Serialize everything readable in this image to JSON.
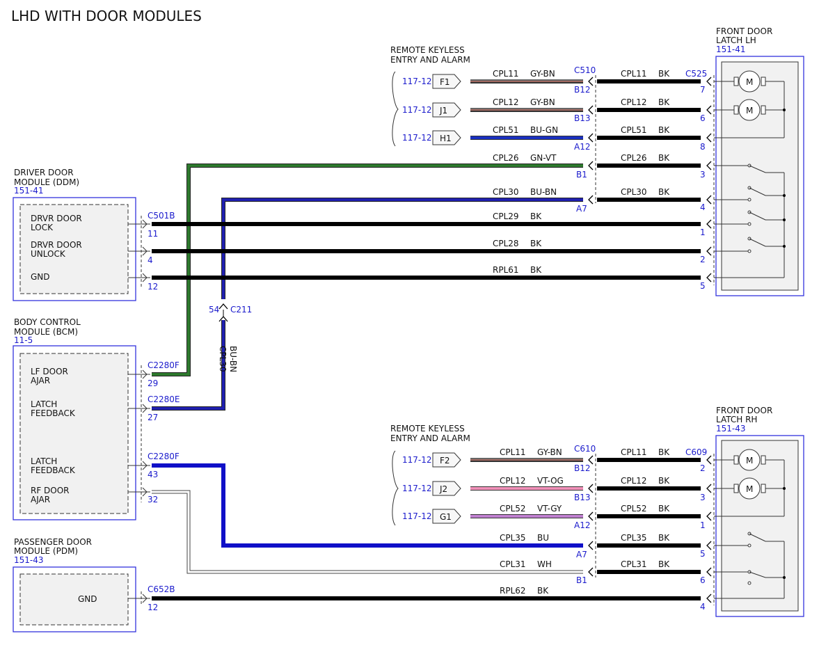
{
  "title": "LHD WITH DOOR MODULES",
  "ddm": {
    "name_line1": "DRIVER DOOR",
    "name_line2": "MODULE (DDM)",
    "ref": "151-41",
    "pins": [
      {
        "l1": "DRVR DOOR",
        "l2": "LOCK"
      },
      {
        "l1": "DRVR DOOR",
        "l2": "UNLOCK"
      },
      {
        "l1": "GND",
        "l2": ""
      }
    ]
  },
  "bcm": {
    "name_line1": "BODY CONTROL",
    "name_line2": "MODULE (BCM)",
    "ref": "11-5",
    "pins": [
      {
        "l1": "LF DOOR",
        "l2": "AJAR"
      },
      {
        "l1": "LATCH",
        "l2": "FEEDBACK"
      },
      {
        "l1": "LATCH",
        "l2": "FEEDBACK"
      },
      {
        "l1": "RF DOOR",
        "l2": "AJAR"
      }
    ]
  },
  "pdm": {
    "name_line1": "PASSENGER DOOR",
    "name_line2": "MODULE (PDM)",
    "ref": "151-43",
    "pin": "GND"
  },
  "rke_top": {
    "l1": "REMOTE KEYLESS",
    "l2": "ENTRY AND ALARM"
  },
  "rke_bottom": {
    "l1": "REMOTE KEYLESS",
    "l2": "ENTRY AND ALARM"
  },
  "latch_lh": {
    "l1": "FRONT DOOR",
    "l2": "LATCH LH",
    "ref": "151-41"
  },
  "latch_rh": {
    "l1": "FRONT DOOR",
    "l2": "LATCH RH",
    "ref": "151-43"
  },
  "motor_symbol": "M",
  "connectors": {
    "c501b": "C501B",
    "c2280f_a": "C2280F",
    "c2280e": "C2280E",
    "c2280f_b": "C2280F",
    "c652b": "C652B",
    "c510": "C510",
    "c525": "C525",
    "c610": "C610",
    "c609": "C609",
    "c211": "C211",
    "c211_pin": "54"
  },
  "left_pins": {
    "ddm_lock": "11",
    "ddm_unlock": "4",
    "ddm_gnd": "12",
    "bcm_lf": "29",
    "bcm_fb1": "27",
    "bcm_fb2": "43",
    "bcm_rf": "32",
    "pdm_gnd": "12"
  },
  "vertical_wire": {
    "circuit": "CPL30",
    "color": "BU-BN"
  },
  "top_rows": [
    {
      "ref": "117-12",
      "pin": "F1",
      "lc": "CPL11",
      "lcol": "GY-BN",
      "mp": "B12",
      "rc": "CPL11",
      "rcol": "BK",
      "rp": "7"
    },
    {
      "ref": "117-12",
      "pin": "J1",
      "lc": "CPL12",
      "lcol": "GY-BN",
      "mp": "B13",
      "rc": "CPL12",
      "rcol": "BK",
      "rp": "6"
    },
    {
      "ref": "117-12",
      "pin": "H1",
      "lc": "CPL51",
      "lcol": "BU-GN",
      "mp": "A12",
      "rc": "CPL51",
      "rcol": "BK",
      "rp": "8"
    },
    {
      "lc": "CPL26",
      "lcol": "GN-VT",
      "mp": "B1",
      "rc": "CPL26",
      "rcol": "BK",
      "rp": "3"
    },
    {
      "lc": "CPL30",
      "lcol": "BU-BN",
      "mp": "A7",
      "rc": "CPL30",
      "rcol": "BK",
      "rp": "4"
    },
    {
      "lc": "CPL29",
      "lcol": "BK",
      "rp": "1"
    },
    {
      "lc": "CPL28",
      "lcol": "BK",
      "rp": "2"
    },
    {
      "lc": "RPL61",
      "lcol": "BK",
      "rp": "5"
    }
  ],
  "bottom_rows": [
    {
      "ref": "117-12",
      "pin": "F2",
      "lc": "CPL11",
      "lcol": "GY-BN",
      "mp": "B12",
      "rc": "CPL11",
      "rcol": "BK",
      "rp": "2"
    },
    {
      "ref": "117-12",
      "pin": "J2",
      "lc": "CPL12",
      "lcol": "VT-OG",
      "mp": "B13",
      "rc": "CPL12",
      "rcol": "BK",
      "rp": "3"
    },
    {
      "ref": "117-12",
      "pin": "G1",
      "lc": "CPL52",
      "lcol": "VT-GY",
      "mp": "A12",
      "rc": "CPL52",
      "rcol": "BK",
      "rp": "1"
    },
    {
      "lc": "CPL35",
      "lcol": "BU",
      "mp": "A7",
      "rc": "CPL35",
      "rcol": "BK",
      "rp": "5"
    },
    {
      "lc": "CPL31",
      "lcol": "WH",
      "mp": "B1",
      "rc": "CPL31",
      "rcol": "BK",
      "rp": "6"
    },
    {
      "lc": "RPL62",
      "lcol": "BK",
      "rp": "4"
    }
  ],
  "colors": {
    "blue_label": "#1a1acc",
    "wire_blue": "#1010c8",
    "wire_green": "#2e7a2e",
    "wire_pink": "#f090b8",
    "wire_violet": "#c080d0",
    "wire_graybrown": "#a06860"
  }
}
